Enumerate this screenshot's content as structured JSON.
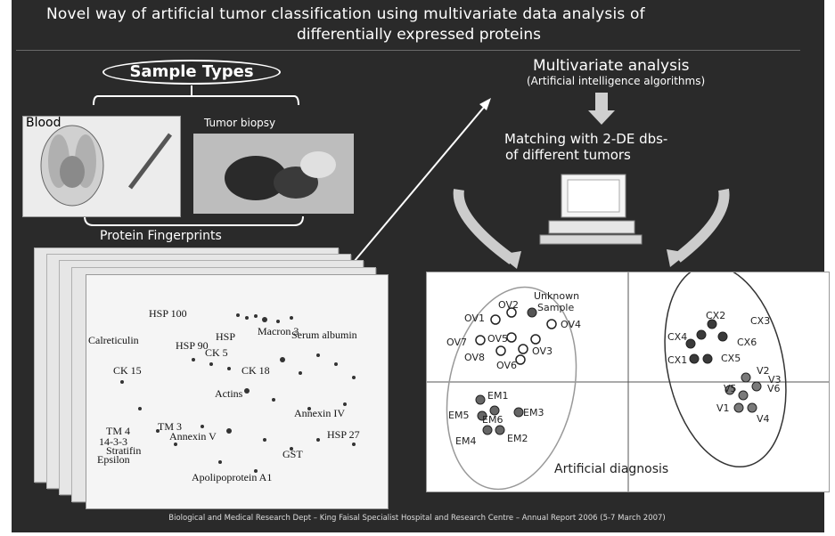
{
  "title": {
    "line1": "Novel way of artificial tumor classification using multivariate data analysis of",
    "line2": "differentially expressed proteins"
  },
  "left": {
    "sample_types": "Sample Types",
    "blood": "Blood",
    "tumor_biopsy": "Tumor biopsy",
    "protein_fingerprints": "Protein Fingerprints",
    "gel_labels": {
      "hsp100": "HSP 100",
      "macron3": "Macron 3",
      "serum_albumin": "Serum albumin",
      "calreticulin": "Calreticulin",
      "hsp90": "HSP 90",
      "hsp": "HSP",
      "ck5": "CK 5",
      "ck15": "CK 15",
      "ck18": "CK 18",
      "actins": "Actins",
      "annexin_iv": "Annexin IV",
      "tm4": "TM 4",
      "tm3": "TM 3",
      "annexin_v": "Annexin V",
      "p1433": "14-3-3",
      "stratifin": "Stratifin",
      "epsilon": "Epsilon",
      "hsp27": "HSP 27",
      "gst": "GST",
      "apo": "Apolipoprotein A1"
    }
  },
  "right": {
    "multivariate": "Multivariate analysis",
    "multivariate_sub": "(Artificial intelligence algorithms)",
    "matching_line1": "Matching with 2-DE dbs-",
    "matching_line2": "of different   tumors",
    "plot": {
      "unknown1": "Unknown",
      "unknown2": "Sample",
      "ov_labels": [
        "OV2",
        "OV1",
        "OV4",
        "OV7",
        "OV5",
        "OV3",
        "OV8",
        "OV6"
      ],
      "em_labels": [
        "EM1",
        "EM5",
        "EM6",
        "EM3",
        "EM4",
        "EM2"
      ],
      "cx_labels": [
        "CX2",
        "CX3",
        "CX4",
        "CX6",
        "CX1",
        "CX5"
      ],
      "v_labels": [
        "V2",
        "V5",
        "V3",
        "V6",
        "V1",
        "V4"
      ],
      "diagnosis": "Artificial diagnosis"
    }
  },
  "footer": "Biological and Medical Research Dept – King Faisal Specialist Hospital and Research Centre – Annual Report 2006 (5-7 March  2007)"
}
